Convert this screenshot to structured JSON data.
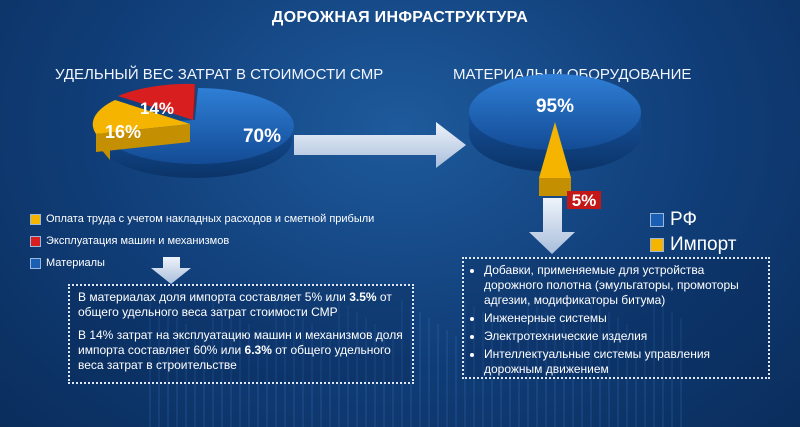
{
  "page_title": "ДОРОЖНАЯ ИНФРАСТРУКТУРА",
  "colors": {
    "materials": "#1a5fb4",
    "labor": "#f4b400",
    "machines": "#d81e1e",
    "import_label_bg": "#c41818",
    "arrow": "#dbe6f5"
  },
  "chart_data": [
    {
      "type": "pie",
      "title": "УДЕЛЬНЫЙ ВЕС ЗАТРАТ В СТОИМОСТИ СМР",
      "series": [
        {
          "name": "Материалы",
          "value": 70,
          "label": "70%",
          "color": "#1a5fb4"
        },
        {
          "name": "Оплата труда с учетом накладных расходов и сметной прибыли",
          "value": 16,
          "label": "16%",
          "color": "#f4b400"
        },
        {
          "name": "Эксплуатация машин и механизмов",
          "value": 14,
          "label": "14%",
          "color": "#d81e1e"
        }
      ],
      "legend": [
        {
          "label": "Оплата труда с учетом накладных расходов и сметной прибыли",
          "color": "#f4b400"
        },
        {
          "label": "Эксплуатация машин и механизмов",
          "color": "#d81e1e"
        },
        {
          "label": "Материалы",
          "color": "#1a5fb4"
        }
      ]
    },
    {
      "type": "pie",
      "title": "МАТЕРИАЛЫ И ОБОРУДОВАНИЕ",
      "series": [
        {
          "name": "РФ",
          "value": 95,
          "label": "95%",
          "color": "#1a5fb4"
        },
        {
          "name": "Импорт",
          "value": 5,
          "label": "5%",
          "color": "#f4b400"
        }
      ],
      "legend": [
        {
          "label": "РФ",
          "color": "#1a5fb4"
        },
        {
          "label": "Импорт",
          "color": "#f4b400"
        }
      ]
    }
  ],
  "box_left": {
    "p1_text": "В материалах доля импорта составляет 5% или ",
    "p1_bold": "3.5%",
    "p1_tail": " от общего удельного веса затрат стоимости СМР",
    "p2_text": "В 14% затрат на эксплуатацию машин и механизмов доля импорта составляет 60% или ",
    "p2_bold": "6.3%",
    "p2_tail": " от общего удельного веса затрат в строительстве"
  },
  "box_right": {
    "items": [
      "Добавки, применяемые для устройства дорожного полотна (эмульгаторы, промоторы адгезии, модификаторы битума)",
      "Инженерные системы",
      "Электротехнические изделия",
      "Интеллектуальные системы управления дорожным движением"
    ]
  }
}
